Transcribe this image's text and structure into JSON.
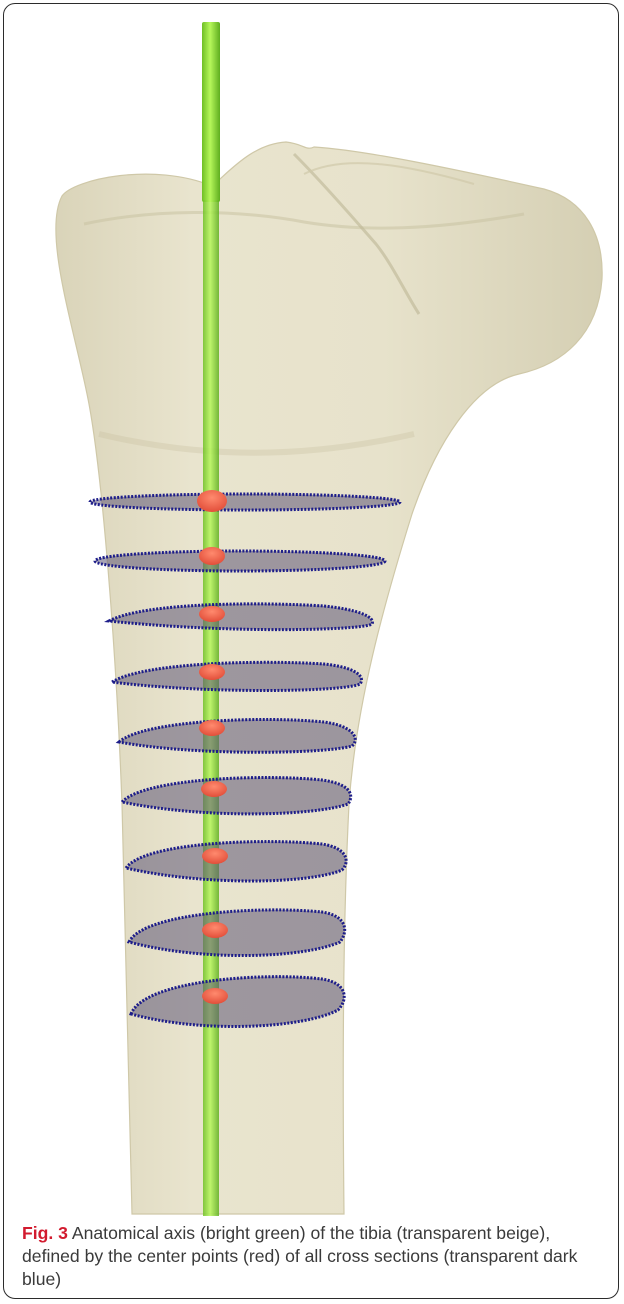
{
  "figure": {
    "label": "Fig. 3",
    "caption": " Anatomical axis (bright green) of the tibia (transparent beige), defined by the center points (red) of all cross sections (transparent dark blue)"
  },
  "colors": {
    "bone": "#e5e0c7",
    "axis": "#8fe33a",
    "center_point": "#f0604a",
    "cross_section": "#5f5878",
    "cross_section_edge": "#1d1d8a",
    "label_accent": "#d21b2f"
  },
  "cross_section_count": 9,
  "icons": [
    "tibia-bone-illustration",
    "anatomical-axis-rod",
    "cross-section-disc",
    "center-point-marker"
  ]
}
